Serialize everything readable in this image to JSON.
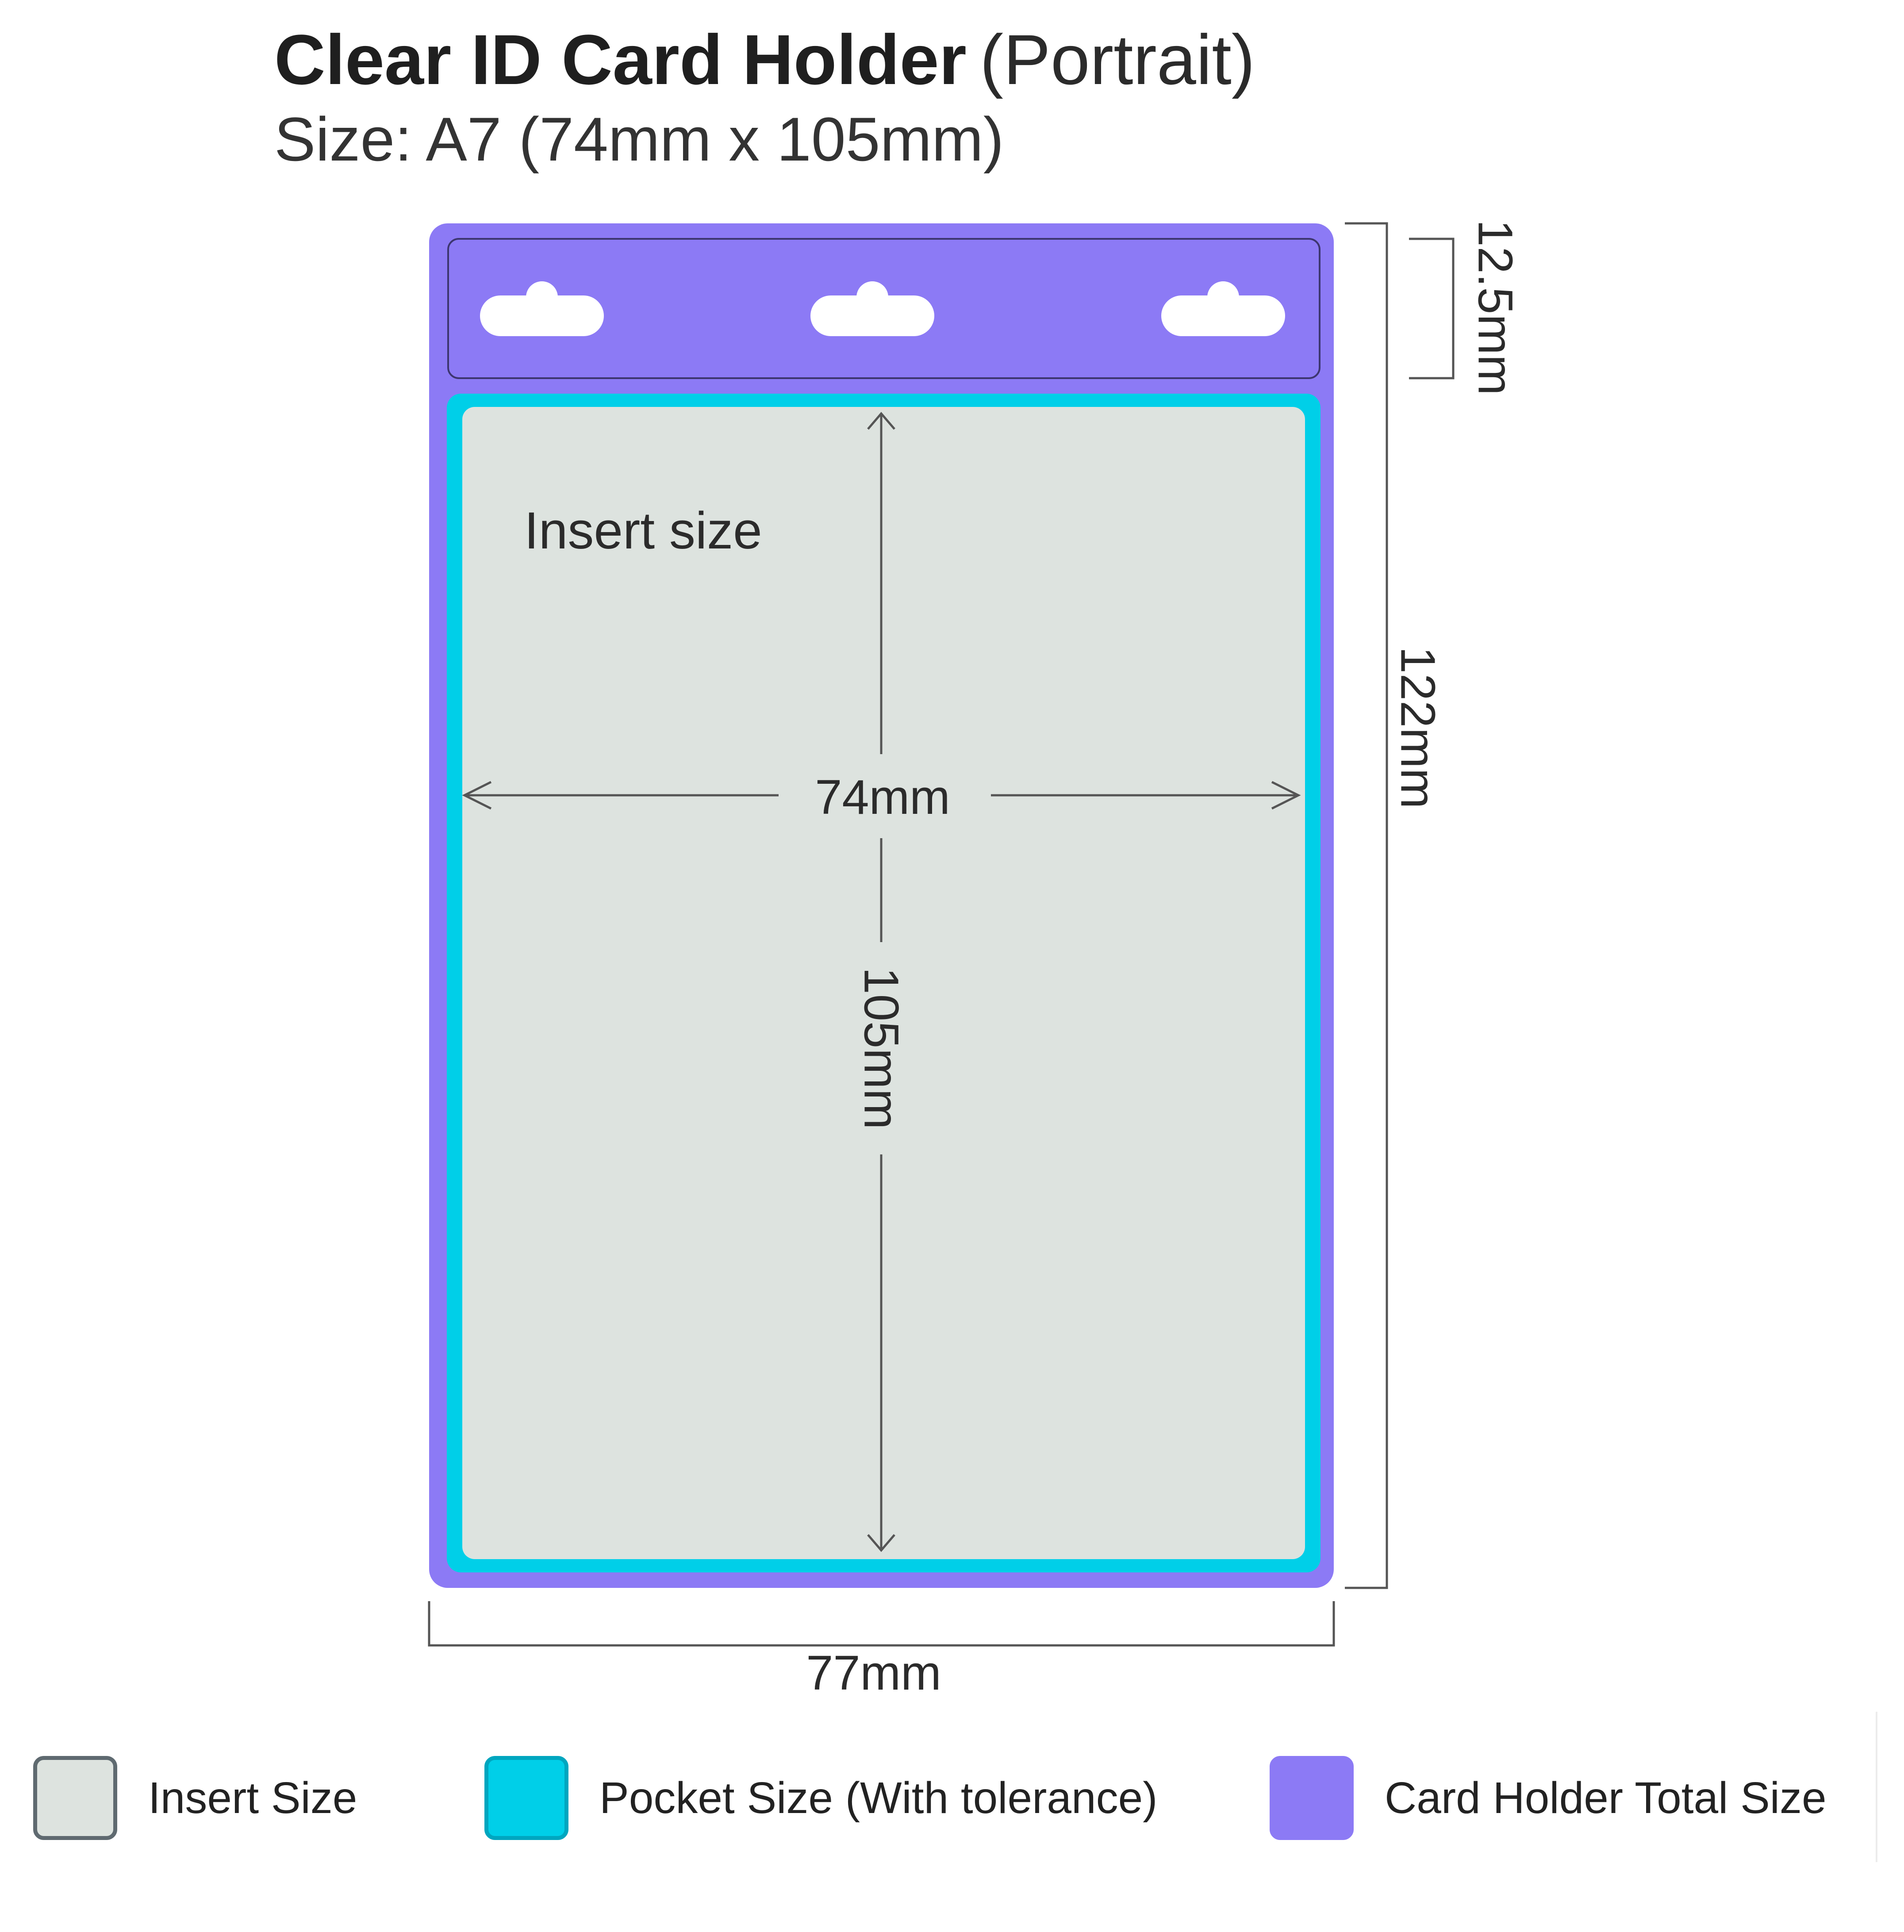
{
  "header": {
    "title": "Clear ID Card Holder",
    "title_suffix": "(Portrait)",
    "subtitle": "Size: A7 (74mm x 105mm)"
  },
  "diagram": {
    "insert_label": "Insert size",
    "insert_width": "74mm",
    "insert_height": "105mm",
    "holder_width": "77mm",
    "holder_height": "122mm",
    "strip_height": "12.5mm"
  },
  "legend": [
    {
      "label": "Insert Size",
      "color": "#dde3df",
      "border": "#5f6a70"
    },
    {
      "label": "Pocket Size (With tolerance)",
      "color": "#00cfe8",
      "border": "#00a6bf"
    },
    {
      "label": "Card Holder Total Size",
      "color": "#8c7af5",
      "border": "#8c7af5"
    }
  ],
  "colors": {
    "holder": "#8c7af5",
    "pocket": "#00cfe8",
    "insert": "#dde3df",
    "strip_outline": "#3d3670",
    "slot": "#ffffff"
  }
}
